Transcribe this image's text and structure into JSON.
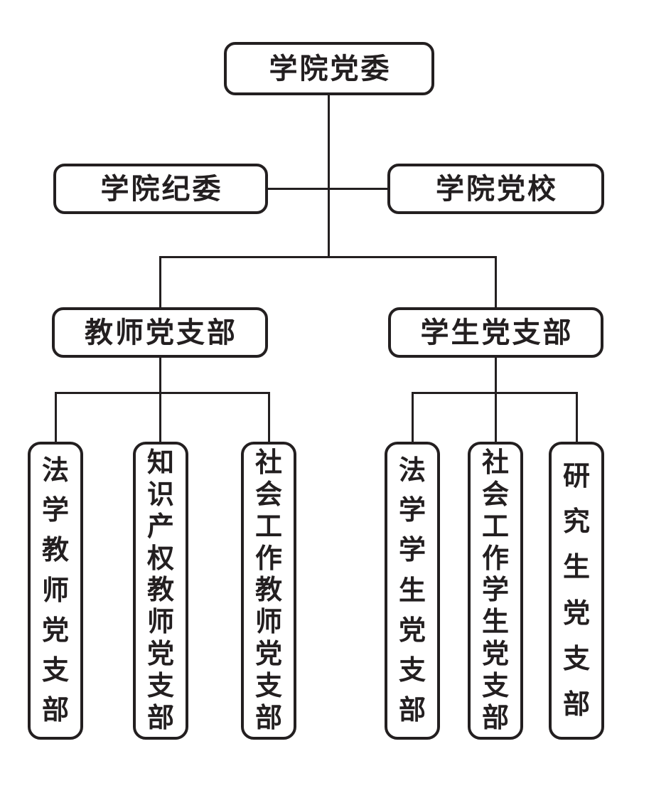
{
  "colors": {
    "line": "#231f20",
    "box_border": "#231f20",
    "box_background": "#ffffff",
    "page_background": "#ffffff",
    "text": "#231f20"
  },
  "nodes": {
    "root": {
      "label": "学院党委"
    },
    "level2": [
      {
        "label": "学院纪委"
      },
      {
        "label": "学院党校"
      }
    ],
    "branches": [
      {
        "label": "教师党支部",
        "children": [
          {
            "label": "法学教师党支部"
          },
          {
            "label": "知识产权教师党支部"
          },
          {
            "label": "社会工作教师党支部"
          }
        ]
      },
      {
        "label": "学生党支部",
        "children": [
          {
            "label": "法学学生党支部"
          },
          {
            "label": "社会工作学生党支部"
          },
          {
            "label": "研究生党支部"
          }
        ]
      }
    ]
  }
}
